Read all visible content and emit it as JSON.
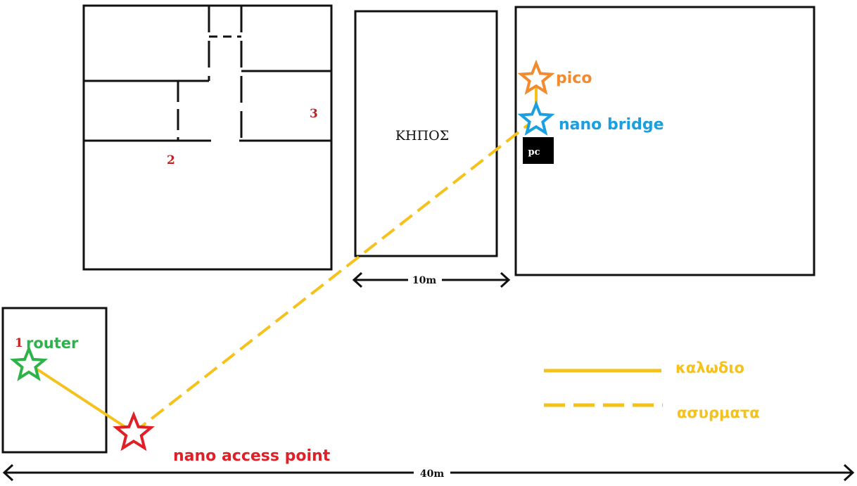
{
  "colors": {
    "wall": "#111111",
    "cable": "#f5c11b",
    "router": "#2db34a",
    "access_point": "#e01f26",
    "bridge": "#1a9fe0",
    "pico": "#f28a2e",
    "room_number": "#c41e1e",
    "pc_box": "#000000",
    "pc_text": "#ffffff"
  },
  "labels": {
    "garden": "ΚΗΠΟΣ",
    "room_1": "1",
    "room_2": "2",
    "room_3": "3",
    "router": "router",
    "nano_access_point": "nano access point",
    "nano_bridge": "nano bridge",
    "pico": "pico",
    "pc": "pc",
    "dim_garden": "10m",
    "dim_total": "40m"
  },
  "legend": {
    "cable": "καλωδιο",
    "wireless": "ασυρματα"
  },
  "icons": {
    "router": "star-icon",
    "nano_access_point": "star-icon",
    "nano_bridge": "star-icon",
    "pico": "star-icon"
  }
}
